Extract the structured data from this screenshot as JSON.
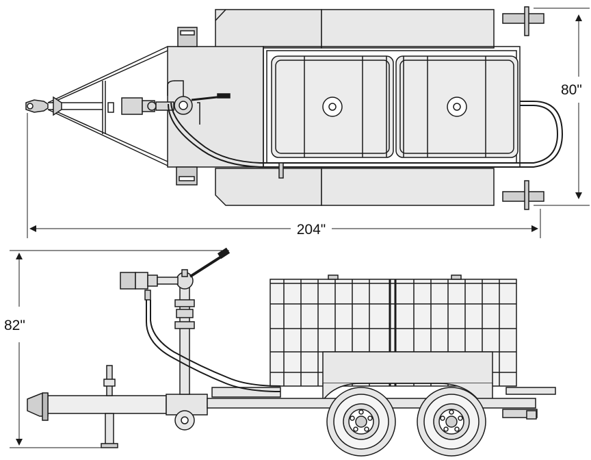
{
  "dimensions": {
    "width_label": "80\"",
    "length_label": "204\"",
    "height_label": "82\""
  },
  "colors": {
    "line": "#1a1a1a",
    "fill_light": "#e6e6e6",
    "fill_mid": "#c8c8c8",
    "background": "#ffffff"
  }
}
